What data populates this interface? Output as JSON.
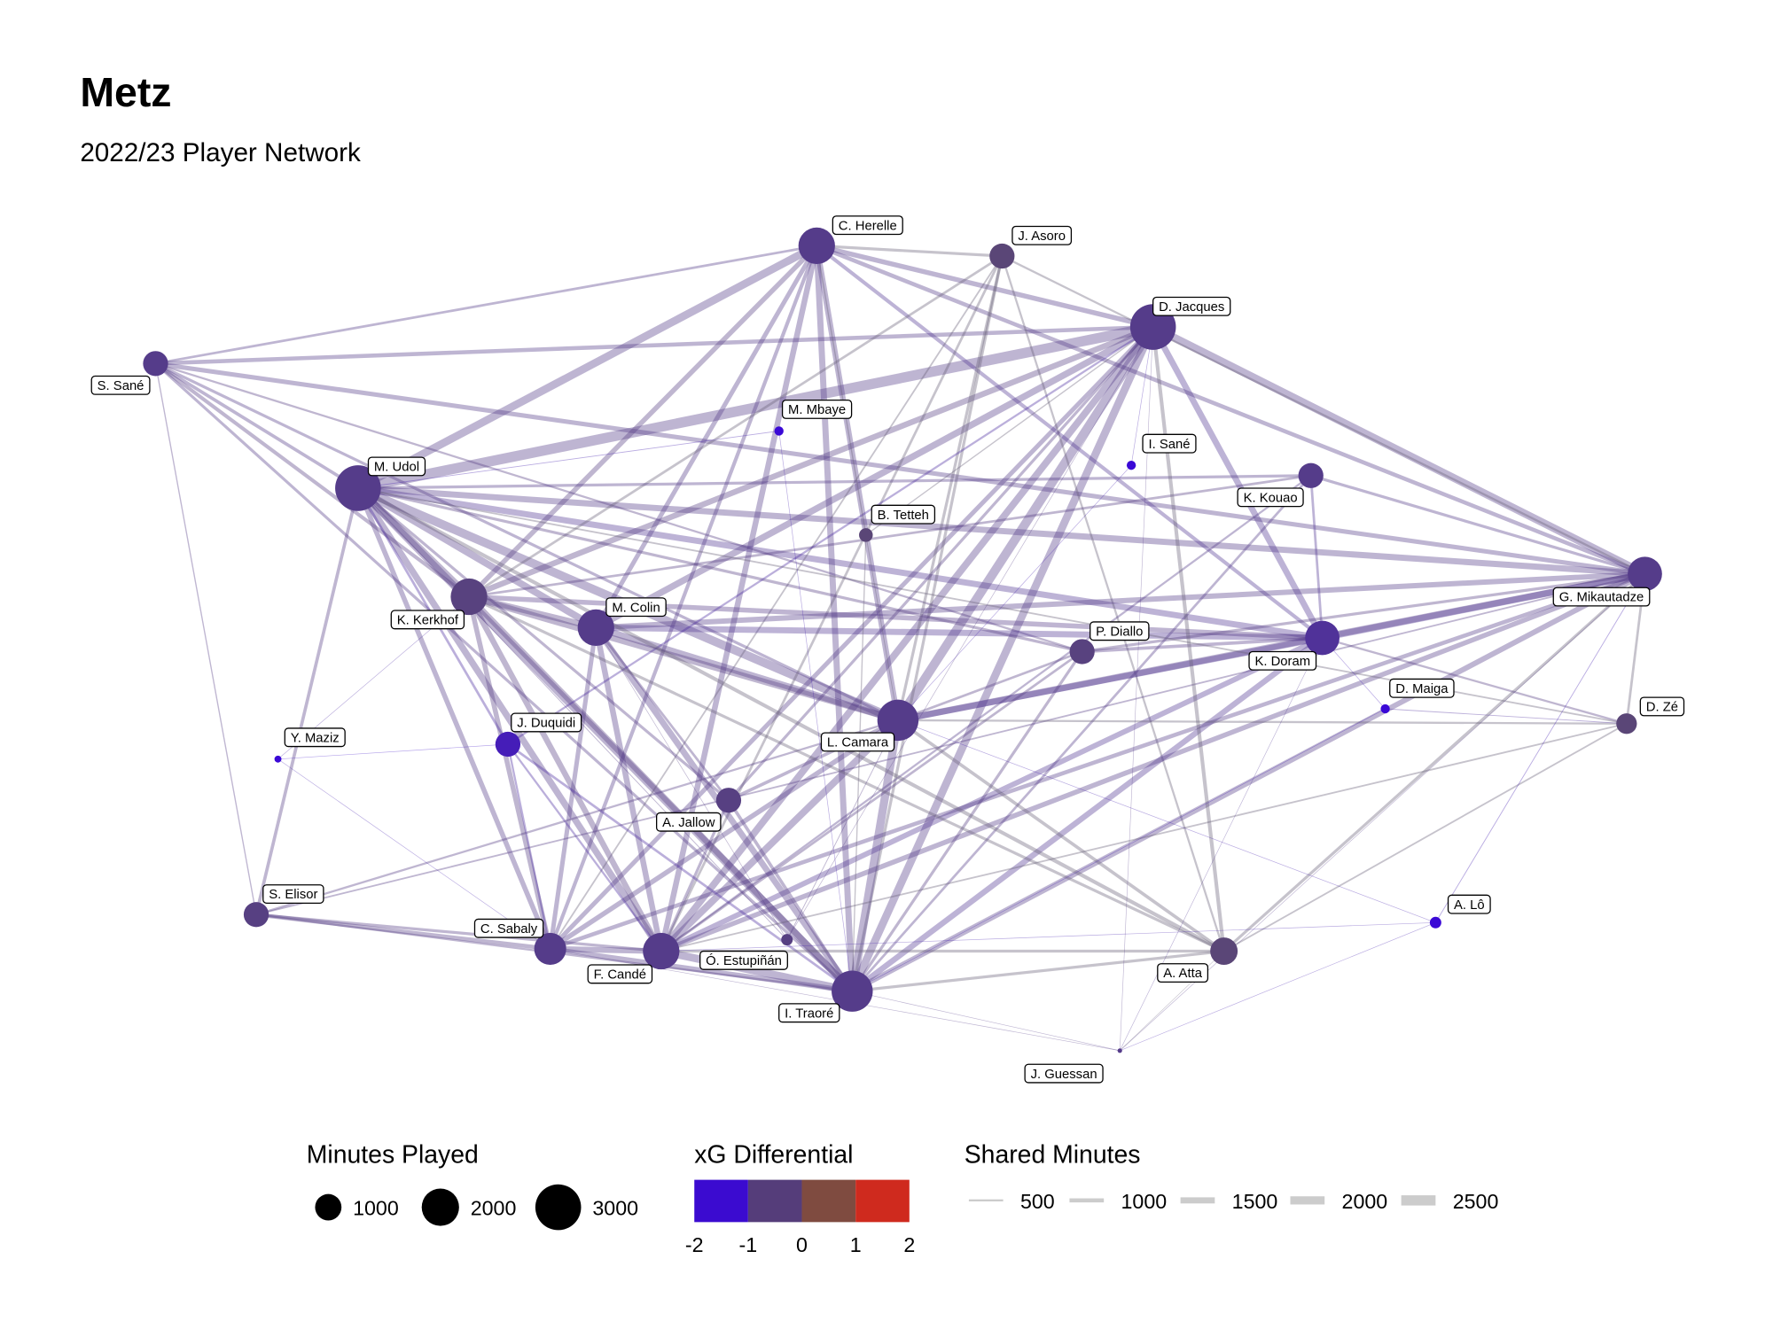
{
  "title": "Metz",
  "subtitle": "2022/23 Player Network",
  "chart_data": {
    "type": "network",
    "title": "Metz",
    "subtitle": "2022/23 Player Network",
    "nodes": [
      {
        "name": "C. Herelle",
        "minutes": 1920,
        "xg": -1.0
      },
      {
        "name": "J. Asoro",
        "minutes": 900,
        "xg": -0.5
      },
      {
        "name": "D. Jacques",
        "minutes": 3000,
        "xg": -1.0
      },
      {
        "name": "S. Sané",
        "minutes": 900,
        "xg": -1.0
      },
      {
        "name": "M. Mbaye",
        "minutes": 120,
        "xg": -2.0
      },
      {
        "name": "I. Sané",
        "minutes": 120,
        "xg": -2.0
      },
      {
        "name": "M. Udol",
        "minutes": 3000,
        "xg": -1.0
      },
      {
        "name": "K. Kouao",
        "minutes": 900,
        "xg": -1.0
      },
      {
        "name": "B. Tetteh",
        "minutes": 270,
        "xg": -0.5
      },
      {
        "name": "G. Mikautadze",
        "minutes": 1690,
        "xg": -1.0
      },
      {
        "name": "K. Kerkhof",
        "minutes": 1920,
        "xg": -0.7
      },
      {
        "name": "M. Colin",
        "minutes": 1920,
        "xg": -1.0
      },
      {
        "name": "P. Diallo",
        "minutes": 900,
        "xg": -0.7
      },
      {
        "name": "K. Doram",
        "minutes": 1690,
        "xg": -1.2
      },
      {
        "name": "D. Maiga",
        "minutes": 120,
        "xg": -2.0
      },
      {
        "name": "D. Zé",
        "minutes": 610,
        "xg": -0.5
      },
      {
        "name": "L. Camara",
        "minutes": 2430,
        "xg": -1.0
      },
      {
        "name": "J. Duquidi",
        "minutes": 900,
        "xg": -1.6
      },
      {
        "name": "Y. Maziz",
        "minutes": 70,
        "xg": -2.0
      },
      {
        "name": "A. Jallow",
        "minutes": 900,
        "xg": -0.8
      },
      {
        "name": "S. Elisor",
        "minutes": 900,
        "xg": -0.8
      },
      {
        "name": "A. Lô",
        "minutes": 190,
        "xg": -2.0
      },
      {
        "name": "C. Sabaly",
        "minutes": 1470,
        "xg": -1.0
      },
      {
        "name": "F. Candé",
        "minutes": 1920,
        "xg": -1.0
      },
      {
        "name": "Ó. Estupiñán",
        "minutes": 190,
        "xg": -0.8
      },
      {
        "name": "A. Atta",
        "minutes": 1080,
        "xg": -0.5
      },
      {
        "name": "I. Traoré",
        "minutes": 2430,
        "xg": -1.0
      },
      {
        "name": "J. Guessan",
        "minutes": 30,
        "xg": -1.0
      }
    ],
    "edges": [
      [
        6,
        2,
        2500
      ],
      [
        6,
        0,
        1900
      ],
      [
        6,
        10,
        1800
      ],
      [
        6,
        16,
        2100
      ],
      [
        6,
        9,
        1500
      ],
      [
        6,
        26,
        1800
      ],
      [
        6,
        23,
        1600
      ],
      [
        6,
        11,
        1700
      ],
      [
        6,
        13,
        1500
      ],
      [
        6,
        22,
        1200
      ],
      [
        2,
        9,
        1900
      ],
      [
        2,
        16,
        2200
      ],
      [
        2,
        26,
        1900
      ],
      [
        2,
        23,
        1700
      ],
      [
        2,
        3,
        1000
      ],
      [
        2,
        11,
        1600
      ],
      [
        2,
        13,
        1500
      ],
      [
        2,
        10,
        1400
      ],
      [
        2,
        22,
        1100
      ],
      [
        2,
        0,
        1200
      ],
      [
        3,
        9,
        1100
      ],
      [
        3,
        0,
        600
      ],
      [
        3,
        10,
        900
      ],
      [
        3,
        6,
        800
      ],
      [
        3,
        16,
        700
      ],
      [
        3,
        26,
        700
      ],
      [
        3,
        12,
        500
      ],
      [
        3,
        20,
        300
      ],
      [
        0,
        26,
        1500
      ],
      [
        0,
        23,
        1400
      ],
      [
        0,
        16,
        1400
      ],
      [
        0,
        22,
        900
      ],
      [
        0,
        11,
        1100
      ],
      [
        0,
        9,
        1000
      ],
      [
        0,
        13,
        900
      ],
      [
        0,
        10,
        1200
      ],
      [
        0,
        1,
        700
      ],
      [
        1,
        26,
        700
      ],
      [
        1,
        16,
        700
      ],
      [
        1,
        23,
        600
      ],
      [
        1,
        10,
        600
      ],
      [
        1,
        9,
        500
      ],
      [
        1,
        25,
        500
      ],
      [
        1,
        22,
        400
      ],
      [
        16,
        26,
        2000
      ],
      [
        16,
        9,
        1600
      ],
      [
        16,
        23,
        1700
      ],
      [
        16,
        13,
        1500
      ],
      [
        16,
        11,
        1600
      ],
      [
        16,
        10,
        1500
      ],
      [
        16,
        22,
        1200
      ],
      [
        16,
        19,
        800
      ],
      [
        13,
        9,
        1600
      ],
      [
        13,
        11,
        1500
      ],
      [
        13,
        26,
        1400
      ],
      [
        13,
        23,
        1300
      ],
      [
        13,
        10,
        1200
      ],
      [
        13,
        12,
        800
      ],
      [
        23,
        26,
        1900
      ],
      [
        22,
        23,
        1400
      ],
      [
        22,
        26,
        1200
      ],
      [
        10,
        26,
        1500
      ],
      [
        10,
        23,
        1400
      ],
      [
        10,
        22,
        1200
      ],
      [
        10,
        11,
        1500
      ],
      [
        11,
        26,
        1500
      ],
      [
        11,
        23,
        1400
      ],
      [
        11,
        22,
        1100
      ],
      [
        11,
        9,
        1300
      ],
      [
        9,
        26,
        1300
      ],
      [
        9,
        23,
        1200
      ],
      [
        9,
        15,
        600
      ],
      [
        9,
        25,
        700
      ],
      [
        9,
        22,
        1000
      ],
      [
        9,
        7,
        700
      ],
      [
        7,
        6,
        700
      ],
      [
        7,
        10,
        600
      ],
      [
        7,
        26,
        600
      ],
      [
        7,
        13,
        600
      ],
      [
        7,
        23,
        500
      ],
      [
        12,
        6,
        700
      ],
      [
        12,
        26,
        700
      ],
      [
        12,
        9,
        700
      ],
      [
        12,
        16,
        600
      ],
      [
        12,
        23,
        600
      ],
      [
        19,
        6,
        700
      ],
      [
        19,
        26,
        800
      ],
      [
        19,
        23,
        700
      ],
      [
        19,
        2,
        700
      ],
      [
        19,
        11,
        600
      ],
      [
        17,
        6,
        600
      ],
      [
        17,
        26,
        600
      ],
      [
        17,
        23,
        500
      ],
      [
        17,
        2,
        500
      ],
      [
        17,
        22,
        500
      ],
      [
        20,
        22,
        1000
      ],
      [
        20,
        6,
        800
      ],
      [
        20,
        23,
        700
      ],
      [
        20,
        26,
        500
      ],
      [
        20,
        16,
        500
      ],
      [
        20,
        9,
        400
      ],
      [
        25,
        2,
        900
      ],
      [
        25,
        6,
        900
      ],
      [
        25,
        16,
        800
      ],
      [
        25,
        26,
        700
      ],
      [
        25,
        23,
        700
      ],
      [
        25,
        10,
        700
      ],
      [
        25,
        15,
        400
      ],
      [
        15,
        16,
        500
      ],
      [
        15,
        13,
        500
      ],
      [
        15,
        6,
        400
      ],
      [
        15,
        23,
        400
      ],
      [
        15,
        14,
        200
      ],
      [
        8,
        0,
        300
      ],
      [
        8,
        2,
        300
      ],
      [
        8,
        26,
        300
      ],
      [
        8,
        16,
        200
      ],
      [
        4,
        6,
        200
      ],
      [
        4,
        26,
        150
      ],
      [
        5,
        16,
        150
      ],
      [
        5,
        2,
        150
      ],
      [
        14,
        13,
        150
      ],
      [
        14,
        26,
        150
      ],
      [
        21,
        9,
        200
      ],
      [
        21,
        16,
        150
      ],
      [
        21,
        23,
        150
      ],
      [
        18,
        22,
        80
      ],
      [
        18,
        17,
        80
      ],
      [
        18,
        10,
        80
      ],
      [
        24,
        16,
        200
      ],
      [
        24,
        6,
        200
      ],
      [
        24,
        11,
        150
      ],
      [
        24,
        2,
        150
      ],
      [
        27,
        26,
        60
      ],
      [
        27,
        25,
        60
      ],
      [
        27,
        22,
        40
      ],
      [
        27,
        2,
        50
      ],
      [
        27,
        9,
        40
      ],
      [
        27,
        21,
        40
      ],
      [
        27,
        13,
        40
      ]
    ],
    "legend": {
      "minutes": {
        "title": "Minutes Played",
        "values": [
          1000,
          2000,
          3000
        ],
        "labels": [
          "1000",
          "2000",
          "3000"
        ]
      },
      "xg": {
        "title": "xG Differential",
        "ticks": [
          "-2",
          "-1",
          "0",
          "1",
          "2"
        ],
        "colors": [
          "#3b0bd0",
          "#553d7a",
          "#7f4b40",
          "#cf2a1e"
        ]
      },
      "shared": {
        "title": "Shared Minutes",
        "values": [
          500,
          1000,
          1500,
          2000,
          2500
        ],
        "labels": [
          "500",
          "1000",
          "1500",
          "2000",
          "2500"
        ]
      }
    }
  }
}
